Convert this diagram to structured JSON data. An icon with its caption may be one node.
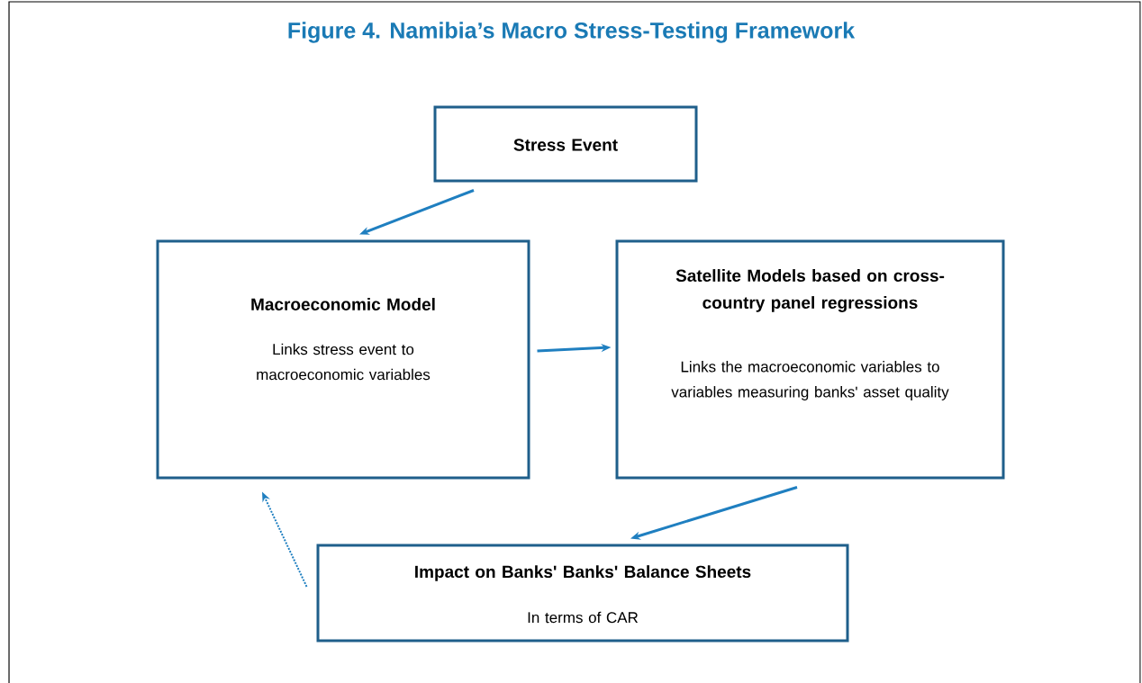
{
  "diagram": {
    "title": "Figure 4. Namibia’s Macro Stress-Testing Framework",
    "nodes": [
      {
        "text": [
          "Stress Event"
        ]
      },
      {
        "text": [
          "Macroeconomic Model",
          "Links stress event to macroeconomic variables"
        ]
      },
      {
        "text": [
          "Satellite Models based on cross-country panel regressions",
          "Links the macroeconomic variables to variables measuring banks' asset quality"
        ]
      },
      {
        "text": [
          "Impact on Banks' Banks' Balance Sheets",
          "In terms of CAR"
        ]
      }
    ],
    "edges": [
      {
        "from": 0,
        "to": 1,
        "arrow": "to"
      },
      {
        "from": 1,
        "to": 2,
        "arrow": "to"
      },
      {
        "from": 2,
        "to": 3,
        "arrow": "to"
      },
      {
        "from": 3,
        "to": 1,
        "arrow": "to",
        "style": "dashed"
      }
    ]
  }
}
